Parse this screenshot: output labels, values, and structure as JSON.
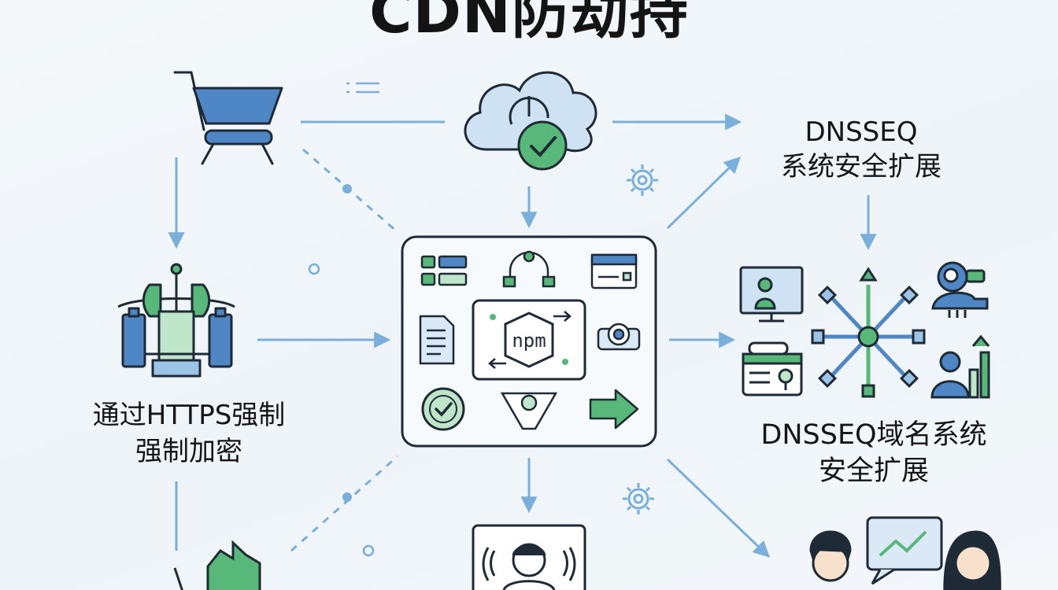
{
  "title": "CDN防劫持",
  "nodes": {
    "dnsseq_top": {
      "line1": "DNSSEQ",
      "line2": "系统安全扩展"
    },
    "dnsseq_bottom": {
      "line1": "DNSSEQ域名系统",
      "line2": "安全扩展"
    },
    "https": {
      "line1": "通过HTTPS强制",
      "line2": "强制加密"
    },
    "npm_core": {
      "label": "npm"
    }
  },
  "colors": {
    "blue": "#4f86c6",
    "light_blue": "#9cc4e6",
    "green": "#57b87a",
    "light_green": "#bfe6c9",
    "outline": "#1e2a35",
    "arrow": "#7aaedb"
  },
  "icons": [
    "shopping-cart-icon",
    "cloud-check-icon",
    "hub-node-icon",
    "monitor-user-icon",
    "camera-icon",
    "id-card-icon",
    "analytics-user-icon",
    "people-chat-icon",
    "gear-icon",
    "document-icon",
    "checkmark-icon",
    "arrow-right-icon"
  ]
}
